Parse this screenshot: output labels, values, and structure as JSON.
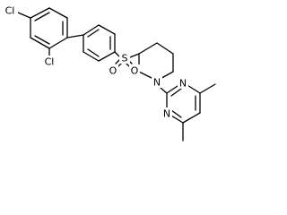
{
  "molecule": {
    "atom_labels": {
      "chlorine_top": "Cl",
      "chlorine_ortho": "Cl",
      "sulfur": "S",
      "oxygen_left": "O",
      "oxygen_right": "O",
      "nitrogen_piperidine": "N",
      "nitrogen_pyrimidine_top": "N",
      "nitrogen_pyrimidine_bottom": "N"
    },
    "colors": {
      "bond": "#000000",
      "label": "#000000",
      "background": "#ffffff"
    }
  }
}
